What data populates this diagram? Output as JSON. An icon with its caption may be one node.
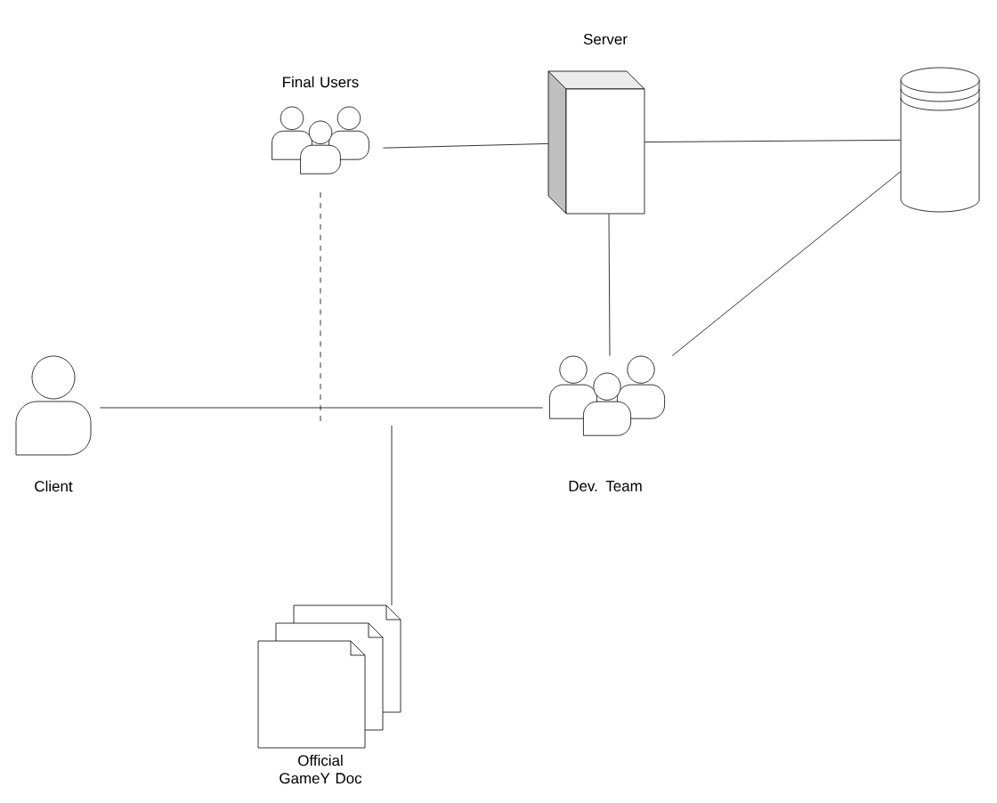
{
  "diagram": {
    "nodes": [
      {
        "text": [
          "Final Users"
        ]
      },
      {
        "text": [
          "Server"
        ]
      },
      {
        "text": [],
        "shape": "cylinder"
      },
      {
        "text": [
          "Client"
        ]
      },
      {
        "text": [
          "Dev. Team"
        ]
      },
      {
        "text": [
          "Official GameY Doc"
        ]
      }
    ],
    "edges": [
      {
        "from": 0,
        "to": 1,
        "arrow": "none"
      },
      {
        "from": 1,
        "to": 2,
        "arrow": "none"
      },
      {
        "from": 1,
        "to": 4,
        "arrow": "none"
      },
      {
        "from": 2,
        "to": 4,
        "arrow": "none"
      },
      {
        "from": 3,
        "to": 4,
        "arrow": "none"
      },
      {
        "from": 0,
        "to": null,
        "arrow": "none",
        "style": "dashed"
      },
      {
        "from": 5,
        "to": null,
        "arrow": "none"
      }
    ]
  }
}
